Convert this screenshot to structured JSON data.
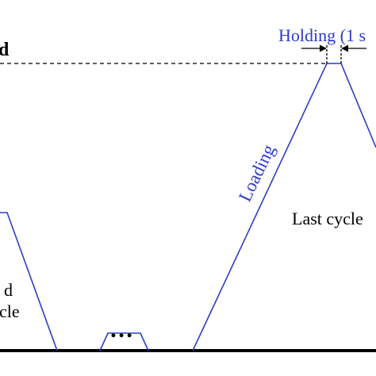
{
  "labels": {
    "holding": "Holding (1 s",
    "loading": "Loading",
    "last_cycle": "Last cycle",
    "left_fragment_top": "d",
    "left_fragment_bottom": "cle",
    "top_left_fragment": "d",
    "ellipsis": "…"
  },
  "colors": {
    "waveform": "#2E3CC8",
    "text_blue": "#2E3CC8",
    "axis": "#000000"
  }
}
